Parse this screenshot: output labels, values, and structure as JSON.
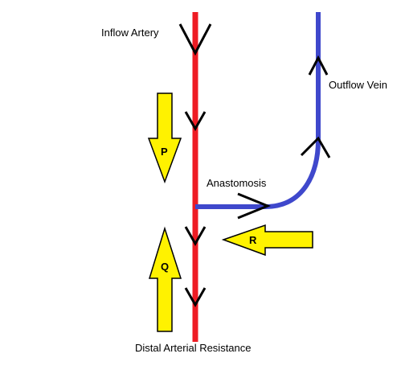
{
  "labels": {
    "inflow": "Inflow Artery",
    "outflow": "Outflow Vein",
    "anastomosis": "Anastomosis",
    "distal": "Distal Arterial Resistance"
  },
  "arrows": {
    "p": "P",
    "q": "Q",
    "r": "R"
  },
  "colors": {
    "artery": "#ee1c24",
    "vein": "#3f48cc",
    "flow_arrow": "#fff200",
    "chevron": "#000000"
  }
}
